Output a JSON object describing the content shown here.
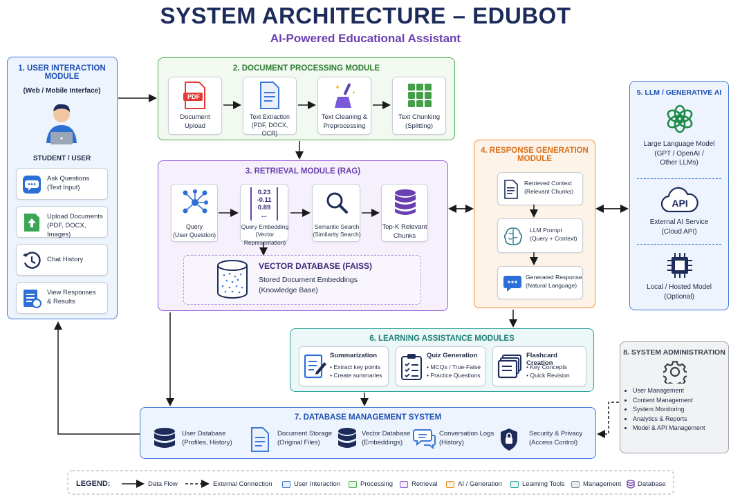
{
  "header": {
    "title": "SYSTEM ARCHITECTURE – EDUBOT",
    "subtitle": "AI-Powered Educational Assistant"
  },
  "m1": {
    "title_a": "1. USER INTERACTION",
    "title_b": "MODULE",
    "subtitle": "(Web / Mobile Interface)",
    "user_label": "STUDENT / USER",
    "items": [
      {
        "label_a": "Ask Questions",
        "label_b": "(Text Input)"
      },
      {
        "label_a": "Upload Documents",
        "label_b": "(PDF, DOCX, Images)"
      },
      {
        "label_a": "Chat History",
        "label_b": ""
      },
      {
        "label_a": "View Responses",
        "label_b": "& Results"
      }
    ]
  },
  "m2": {
    "title": "2. DOCUMENT PROCESSING MODULE",
    "steps": [
      {
        "a": "Document",
        "b": "Upload"
      },
      {
        "a": "Text Extraction",
        "b": "(PDF, DOCX, OCR)"
      },
      {
        "a": "Text Cleaning &",
        "b": "Preprocessing"
      },
      {
        "a": "Text Chunking",
        "b": "(Splitting)"
      }
    ],
    "pdf_badge": "PDF"
  },
  "m3": {
    "title": "3. RETRIEVAL MODULE (RAG)",
    "steps": [
      {
        "a": "Query",
        "b": "(User Question)"
      },
      {
        "a": "Query Embedding",
        "b": "(Vector Representation)"
      },
      {
        "a": "Semantic Search",
        "b": "(Similarity Search)"
      },
      {
        "a": "Top-K Relevant",
        "b": "Chunks"
      }
    ],
    "embedding_values": [
      "0.23",
      "-0.11",
      "0.89",
      "..."
    ],
    "vdb_title": "VECTOR DATABASE (FAISS)",
    "vdb_a": "Stored Document Embeddings",
    "vdb_b": "(Knowledge Base)"
  },
  "m4": {
    "title_a": "4. RESPONSE GENERATION",
    "title_b": "MODULE",
    "steps": [
      {
        "a": "Retrieved Context",
        "b": "(Relevant Chunks)"
      },
      {
        "a": "LLM Prompt",
        "b": "(Query + Context)"
      },
      {
        "a": "Generated Response",
        "b": "(Natural Language)"
      }
    ]
  },
  "m5": {
    "title": "5. LLM / GENERATIVE AI",
    "items": [
      {
        "a": "Large Language Model",
        "b": "(GPT / OpenAI /",
        "c": "Other LLMs)"
      },
      {
        "a": "External AI Service",
        "b": "(Cloud API)",
        "c": ""
      },
      {
        "a": "Local / Hosted Model",
        "b": "(Optional)",
        "c": ""
      }
    ],
    "api_badge": "API"
  },
  "m6": {
    "title": "6. LEARNING ASSISTANCE MODULES",
    "cards": [
      {
        "title": "Summarization",
        "b1": "• Extract key points",
        "b2": "• Create summaries"
      },
      {
        "title": "Quiz Generation",
        "b1": "• MCQs / True-False",
        "b2": "• Practice Questions"
      },
      {
        "title": "Flashcard Creation",
        "b1": "• Key Concepts",
        "b2": "• Quick Revision"
      }
    ]
  },
  "m7": {
    "title": "7. DATABASE MANAGEMENT SYSTEM",
    "items": [
      {
        "a": "User Database",
        "b": "(Profiles, History)"
      },
      {
        "a": "Document Storage",
        "b": "(Original Files)"
      },
      {
        "a": "Vector Database",
        "b": "(Embeddings)"
      },
      {
        "a": "Conversation Logs",
        "b": "(History)"
      },
      {
        "a": "Security & Privacy",
        "b": "(Access Control)"
      }
    ]
  },
  "m8": {
    "title": "8. SYSTEM ADMINISTRATION",
    "items": [
      "User Management",
      "Content Management",
      "System Monitoring",
      "Analytics & Reports",
      "Model & API Management"
    ]
  },
  "legend": {
    "title": "LEGEND:",
    "data_flow": "Data Flow",
    "external": "External Connection",
    "swatches": [
      {
        "label": "User Interaction",
        "color": "#3c78d8",
        "fill": "#e8f0fd"
      },
      {
        "label": "Processing",
        "color": "#4caf50",
        "fill": "#e9f6ea"
      },
      {
        "label": "Retrieval",
        "color": "#8e5cd9",
        "fill": "#f2ecfb"
      },
      {
        "label": "AI / Generation",
        "color": "#f08a24",
        "fill": "#fdf1e5"
      },
      {
        "label": "Learning Tools",
        "color": "#2aa198",
        "fill": "#e7f6f5"
      },
      {
        "label": "Management",
        "color": "#8a8f99",
        "fill": "#e9eaec"
      },
      {
        "label": "Database",
        "color": "#6a3fb0",
        "fill": "#ffffff"
      }
    ]
  },
  "colors": {
    "user": "#3c78d8",
    "processing": "#4caf50",
    "retrieval": "#8e5cd9",
    "generation": "#f08a24",
    "learning": "#2aa198",
    "management": "#8a8f99",
    "navy": "#1c2b5a"
  }
}
